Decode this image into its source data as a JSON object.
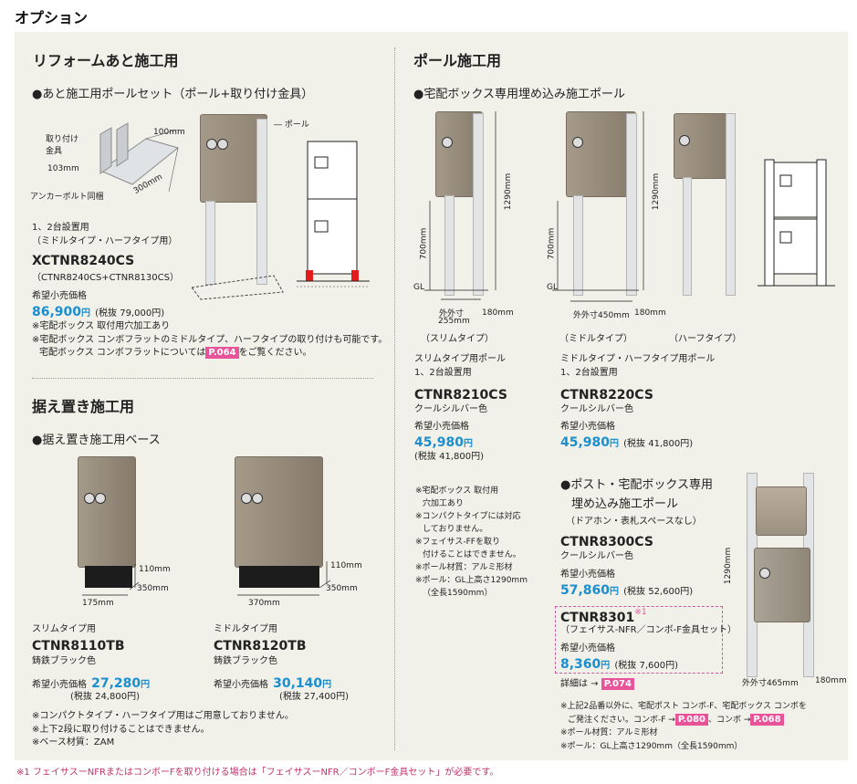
{
  "page_title": "オプション",
  "reform": {
    "heading": "リフォームあと施工用",
    "subheading": "●あと施工用ポールセット（ポール+取り付け金具）",
    "labels": {
      "bracket_line1": "取り付け",
      "bracket_line2": "金具",
      "dim_100": "100mm",
      "dim_103": "103mm",
      "dim_300": "300mm",
      "anchor": "アンカーボルト同梱",
      "pole": "ポール"
    },
    "use_line1": "1、2台設置用",
    "use_line2": "（ミドルタイプ・ハーフタイプ用）",
    "model": "XCTNR8240CS",
    "model_sub": "（CTNR8240CS+CTNR8130CS）",
    "price_label": "希望小売価格",
    "price": "86,900",
    "yen": "円",
    "price_ex": "(税抜 79,000円)",
    "notes": [
      "※宅配ボックス 取付用穴加工あり",
      "※宅配ボックス コンボフラットのミドルタイプ、ハーフタイプの取り付けも可能です。",
      "宅配ボックス コンボフラットについては"
    ],
    "note_link": "P.064",
    "note_tail": "をご覧ください。"
  },
  "standing": {
    "heading": "据え置き施工用",
    "subheading": "●据え置き施工用ベース",
    "slim": {
      "dims": {
        "h": "110mm",
        "d": "350mm",
        "w": "175mm"
      },
      "use": "スリムタイプ用",
      "model": "CTNR8110TB",
      "color": "鋳鉄ブラック色",
      "price_label": "希望小売価格",
      "price": "27,280",
      "yen": "円",
      "price_ex": "(税抜 24,800円)"
    },
    "middle": {
      "dims": {
        "h": "110mm",
        "d": "350mm",
        "w": "370mm"
      },
      "use": "ミドルタイプ用",
      "model": "CTNR8120TB",
      "color": "鋳鉄ブラック色",
      "price_label": "希望小売価格",
      "price": "30,140",
      "yen": "円",
      "price_ex": "(税抜 27,400円)"
    },
    "notes": [
      "※コンパクトタイプ・ハーフタイプ用はご用意しておりません。",
      "※上下2段に取り付けることはできません。",
      "※ベース材質：ZAM"
    ]
  },
  "pole": {
    "heading": "ポール施工用",
    "subheading": "●宅配ボックス専用埋め込み施工ポール",
    "slim": {
      "dims": {
        "total": "1290mm",
        "post": "700mm",
        "gl": "GL",
        "w_line1": "外外寸",
        "w_line2": "255mm",
        "d": "180mm"
      },
      "caption": "（スリムタイプ）",
      "use_line1": "スリムタイプ用ポール",
      "use_line2": "1、2台設置用",
      "model": "CTNR8210CS",
      "color": "クールシルバー色",
      "price_label": "希望小売価格",
      "price": "45,980",
      "yen": "円",
      "price_ex": "(税抜 41,800円)"
    },
    "middle": {
      "dims": {
        "total": "1290mm",
        "post": "700mm",
        "gl": "GL",
        "w": "外外寸450mm",
        "d": "180mm"
      },
      "caption_middle": "（ミドルタイプ）",
      "caption_half": "（ハーフタイプ）",
      "use_line1": "ミドルタイプ・ハーフタイプ用ポール",
      "use_line2": "1、2台設置用",
      "model": "CTNR8220CS",
      "color": "クールシルバー色",
      "price_label": "希望小売価格",
      "price": "45,980",
      "yen": "円",
      "price_ex": "(税抜 41,800円)"
    },
    "notes": [
      "※宅配ボックス 取付用",
      "穴加工あり",
      "※コンパクトタイプには対応",
      "しておりません。",
      "※フェイサス-FFを取り",
      "付けることはできません。",
      "※ポール材質：アルミ形材",
      "※ポール：GL上高さ1290mm",
      "（全長1590mm）"
    ]
  },
  "combo_pole": {
    "heading_line1": "●ポスト・宅配ボックス専用",
    "heading_line2": "埋め込み施工ポール",
    "heading_line3": "（ドアホン・表札スペースなし）",
    "model": "CTNR8300CS",
    "color": "クールシルバー色",
    "price_label": "希望小売価格",
    "price": "57,860",
    "yen": "円",
    "price_ex": "(税抜 52,600円)",
    "dims": {
      "h": "1290mm",
      "w": "外外寸465mm",
      "d": "180mm"
    },
    "kit": {
      "model": "CTNR8301",
      "mark": "※1",
      "sub": "（フェイサス-NFR／コンボ-F金具セット）",
      "price_label": "希望小売価格",
      "price": "8,360",
      "yen": "円",
      "price_ex": "(税抜 7,600円)"
    },
    "detail_label": "詳細は →",
    "detail_link": "P.074",
    "notes_line1": "※上記2品番以外に、宅配ポスト コンボ-F、宅配ボックス コンボを",
    "notes_line2_a": "ご発注ください。コンボ-F →",
    "notes_link1": "P.080",
    "notes_line2_b": "、コンボ →",
    "notes_link2": "P.068",
    "notes_line3": "※ポール材質：アルミ形材",
    "notes_line4": "※ポール：GL上高さ1290mm（全長1590mm）"
  },
  "footnote": "※1 フェイサスーNFRまたはコンボーFを取り付ける場合は「フェイサスーNFR／コンボーF金具セット」が必要です。",
  "colors": {
    "price": "#1a8fd0",
    "link": "#e8539a",
    "panel": "#f1f0e9",
    "pink_border": "#c95ca0"
  }
}
